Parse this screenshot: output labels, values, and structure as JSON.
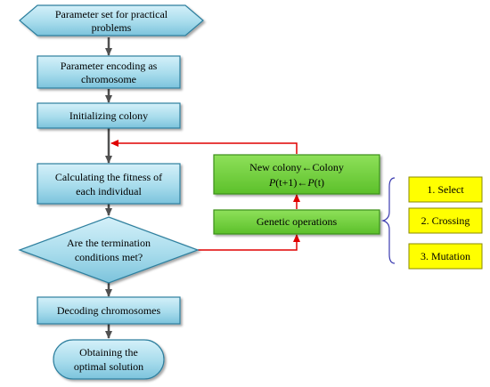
{
  "nodes": {
    "start": {
      "line1": "Parameter set for practical",
      "line2": "problems"
    },
    "encoding": {
      "line1": "Parameter encoding as",
      "line2": "chromosome"
    },
    "init": {
      "label": "Initializing colony"
    },
    "fitness": {
      "line1": "Calculating the fitness of",
      "line2": "each individual"
    },
    "decision": {
      "line1": "Are the termination",
      "line2": "conditions met?"
    },
    "decoding": {
      "label": "Decoding chromosomes"
    },
    "end": {
      "line1": "Obtaining the",
      "line2": "optimal solution"
    },
    "new_colony": {
      "line1_a": "New colony",
      "line1_arrow": "←",
      "line1_b": "Colony",
      "line2_p1": "P",
      "line2_arg1": "(t+1)",
      "line2_arrow": "←",
      "line2_p2": "P",
      "line2_arg2": "(t)"
    },
    "genetic": {
      "label": "Genetic operations"
    }
  },
  "operations": [
    {
      "label": "1. Select"
    },
    {
      "label": "2. Crossing"
    },
    {
      "label": "3. Mutation"
    }
  ],
  "colors": {
    "blue_fill": "#a8dcec",
    "blue_dark": "#6fb6cf",
    "blue_border": "#2d7f9e",
    "green_fill": "#6ccf3a",
    "green_border": "#3a8f1a",
    "yellow_fill": "#ffff00",
    "yellow_border": "#8a8a00",
    "arrow_gray": "#505050",
    "arrow_red": "#e00000",
    "brace": "#3b3bb0"
  }
}
